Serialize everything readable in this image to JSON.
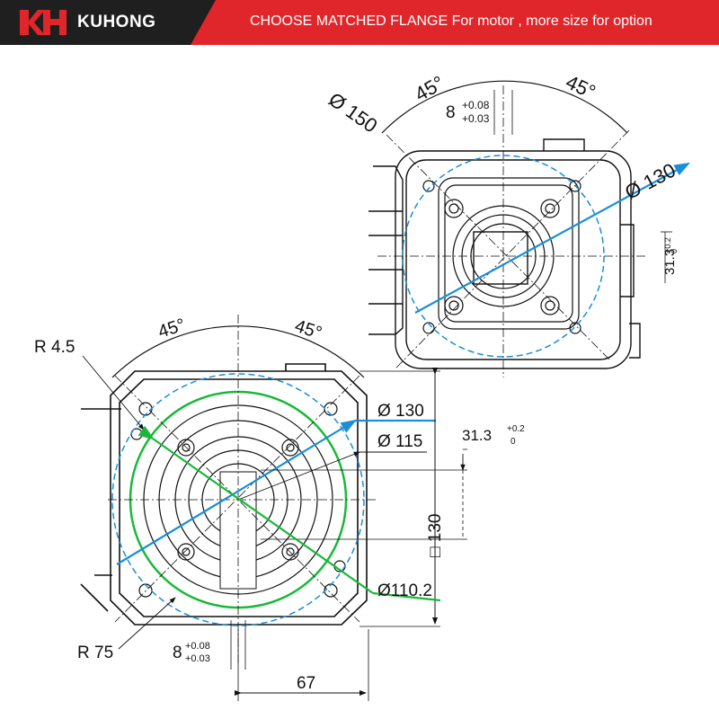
{
  "header": {
    "brand": "KUHONG",
    "tagline": "CHOOSE MATCHED FLANGE  For motor , more size for option"
  },
  "top_view": {
    "angle_left": "45°",
    "angle_right": "45°",
    "key_width": "8",
    "key_tol_upper": "+0.08",
    "key_tol_lower": "+0.03",
    "bolt_circle": "Ø 150",
    "pilot_dia": "Ø 130",
    "key_height": "31.3",
    "key_height_tol_upper": "+0.2",
    "key_height_tol_lower": "0"
  },
  "front_view": {
    "angle_left": "45°",
    "angle_right": "45°",
    "corner_radius": "R 4.5",
    "pilot_dia": "Ø 130",
    "shaft_dia": "Ø 115",
    "key_height": "31.3",
    "key_height_tol_upper": "+0.2",
    "key_height_tol_lower": "0",
    "square_size": "□ 130",
    "circle_dia": "Ø110.2",
    "radius": "R 75",
    "key_width": "8",
    "key_tol_upper": "+0.08",
    "key_tol_lower": "+0.03",
    "offset": "67"
  },
  "colors": {
    "header_dark": "#1f1f1f",
    "header_red": "#e0262a",
    "blue_dim": "#1a8fd8",
    "green_dim": "#19b83a",
    "line": "#111111"
  }
}
